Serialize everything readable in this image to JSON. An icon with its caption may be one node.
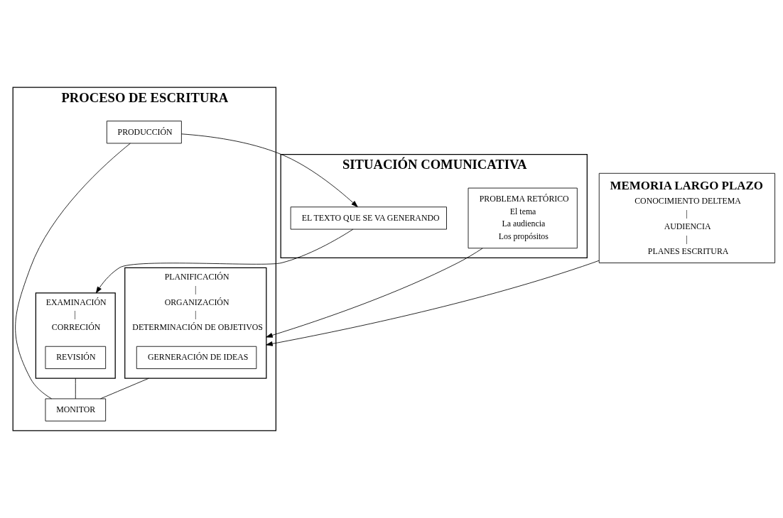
{
  "diagram": {
    "nodes": [
      {
        "text": [
          "SITUACIÓN COMUNICATIVA"
        ]
      },
      {
        "text": [
          "PROBLEMA RETÓRICO",
          "El tema",
          "La audiencia",
          "Los propósitos"
        ],
        "in": 0
      },
      {
        "text": [
          "EL TEXTO QUE SE VA GENERANDO"
        ],
        "in": 0
      },
      {
        "text": [
          "MEMORIA LARGO PLAZO",
          "CONOCIMIENTO DELTEMA",
          "|",
          "AUDIENCIA",
          "|",
          "PLANES ESCRITURA"
        ]
      },
      {
        "text": [
          "PROCESO DE ESCRITURA"
        ]
      },
      {
        "text": [
          "PLANIFICACIÓN",
          "|",
          "ORGANIZACIÓN",
          "|",
          "DETERMINACIÓN DE OBJETIVOS"
        ],
        "in": 4
      },
      {
        "text": [
          "GERNERACIÓN DE IDEAS"
        ],
        "in": 5
      },
      {
        "text": [
          "PRODUCCIÓN"
        ],
        "in": 4
      },
      {
        "text": [
          "EXAMINACIÓN",
          "|",
          "CORRECIÓN"
        ],
        "in": 4
      },
      {
        "text": [
          "REVISIÓN"
        ],
        "in": 8
      },
      {
        "text": [
          "MONITOR"
        ],
        "in": 4
      }
    ],
    "edges": [
      {
        "from": 1,
        "to": 5,
        "arrow": "to"
      },
      {
        "from": 7,
        "to": 2,
        "arrow": "to"
      },
      {
        "from": 2,
        "to": 8,
        "arrow": "to"
      },
      {
        "from": 3,
        "to": 5,
        "arrow": "to"
      },
      {
        "from": 5,
        "to": 10,
        "arrow": "none"
      },
      {
        "from": 7,
        "to": 10,
        "arrow": "none"
      },
      {
        "from": 8,
        "to": 10,
        "arrow": "none"
      }
    ]
  }
}
